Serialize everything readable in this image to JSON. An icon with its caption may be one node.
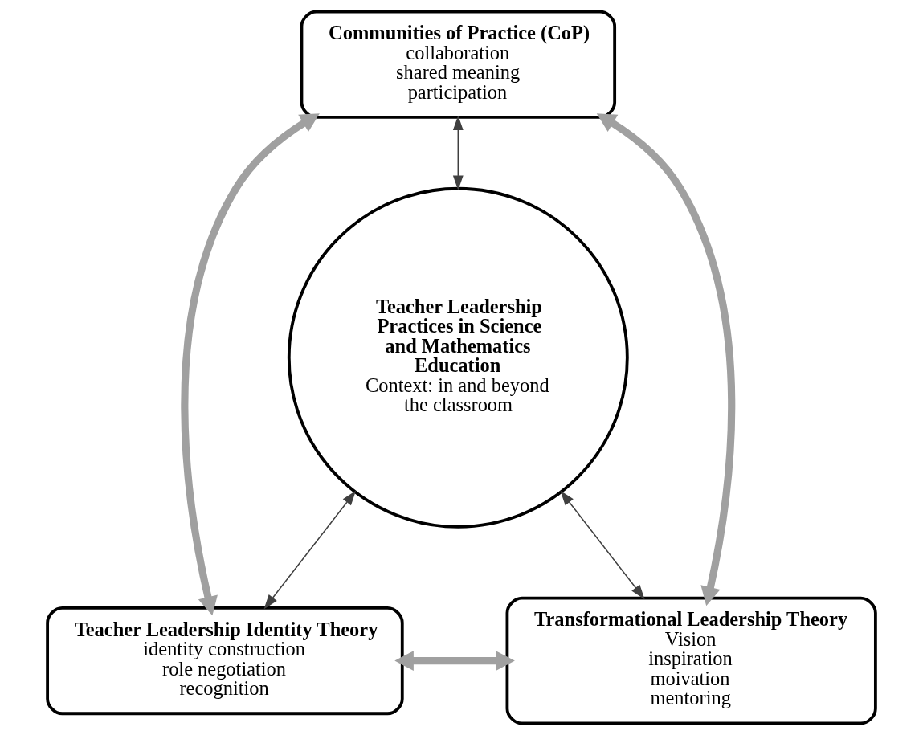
{
  "diagram": {
    "nodes": [
      {
        "text": [
          "Communities of Practice (CoP)",
          "collaboration",
          "shared meaning",
          "participation"
        ]
      },
      {
        "text": [
          "Teacher Leadership Practices in Science and Mathematics Education",
          "Context: in and beyond the classroom"
        ]
      },
      {
        "text": [
          "Teacher Leadership Identity Theory",
          "identity construction",
          "role negotiation",
          "recognition"
        ]
      },
      {
        "text": [
          "Transformational Leadership Theory",
          "Vision",
          "inspiration",
          "moivation",
          "mentoring"
        ]
      }
    ],
    "edges": [
      {
        "from": 0,
        "to": 2,
        "arrow": "both",
        "style": "thick",
        "color": "#a0a0a0"
      },
      {
        "from": 0,
        "to": 3,
        "arrow": "both",
        "style": "thick",
        "color": "#a0a0a0"
      },
      {
        "from": 0,
        "to": 1,
        "arrow": "both",
        "color": "#404040"
      },
      {
        "from": 1,
        "to": 2,
        "arrow": "both",
        "color": "#404040"
      },
      {
        "from": 1,
        "to": 3,
        "arrow": "both",
        "color": "#404040"
      },
      {
        "from": 2,
        "to": 3,
        "arrow": "both",
        "style": "thick",
        "color": "#a0a0a0"
      }
    ]
  }
}
